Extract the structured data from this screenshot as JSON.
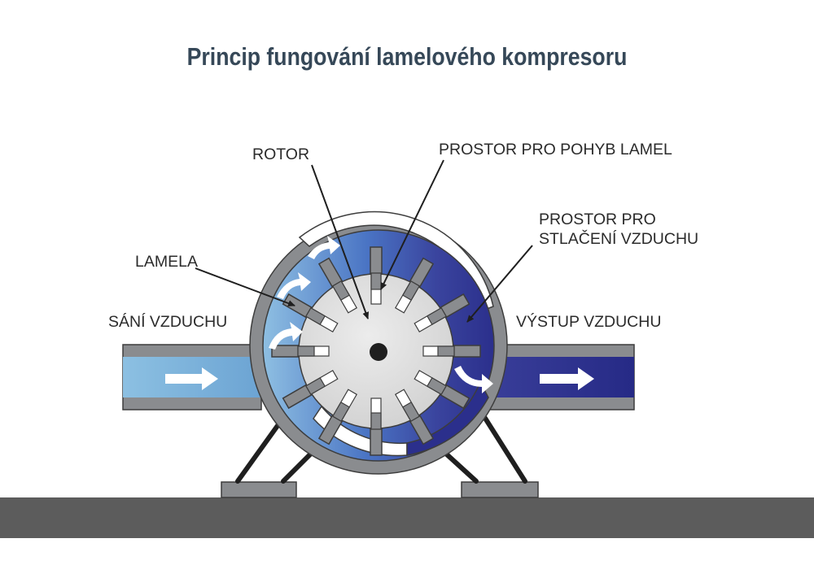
{
  "title": "Princip fungování lamelového kompresoru",
  "labels": {
    "rotor": "ROTOR",
    "vane_space": "PROSTOR PRO POHYB LAMEL",
    "compression_line1": "PROSTOR PRO",
    "compression_line2": "STLAČENÍ VZDUCHU",
    "vane": "LAMELA",
    "intake": "SÁNÍ VZDUCHU",
    "outlet": "VÝSTUP VZDUCHU"
  },
  "colors": {
    "title": "#364858",
    "housing": "#8a8c8f",
    "housing_outline": "#3d3d3d",
    "intake_air": "#7fb3d8",
    "outlet_air": "#2b2f8c",
    "rotor": "#dcdcdc",
    "ground": "#5c5c5c"
  }
}
